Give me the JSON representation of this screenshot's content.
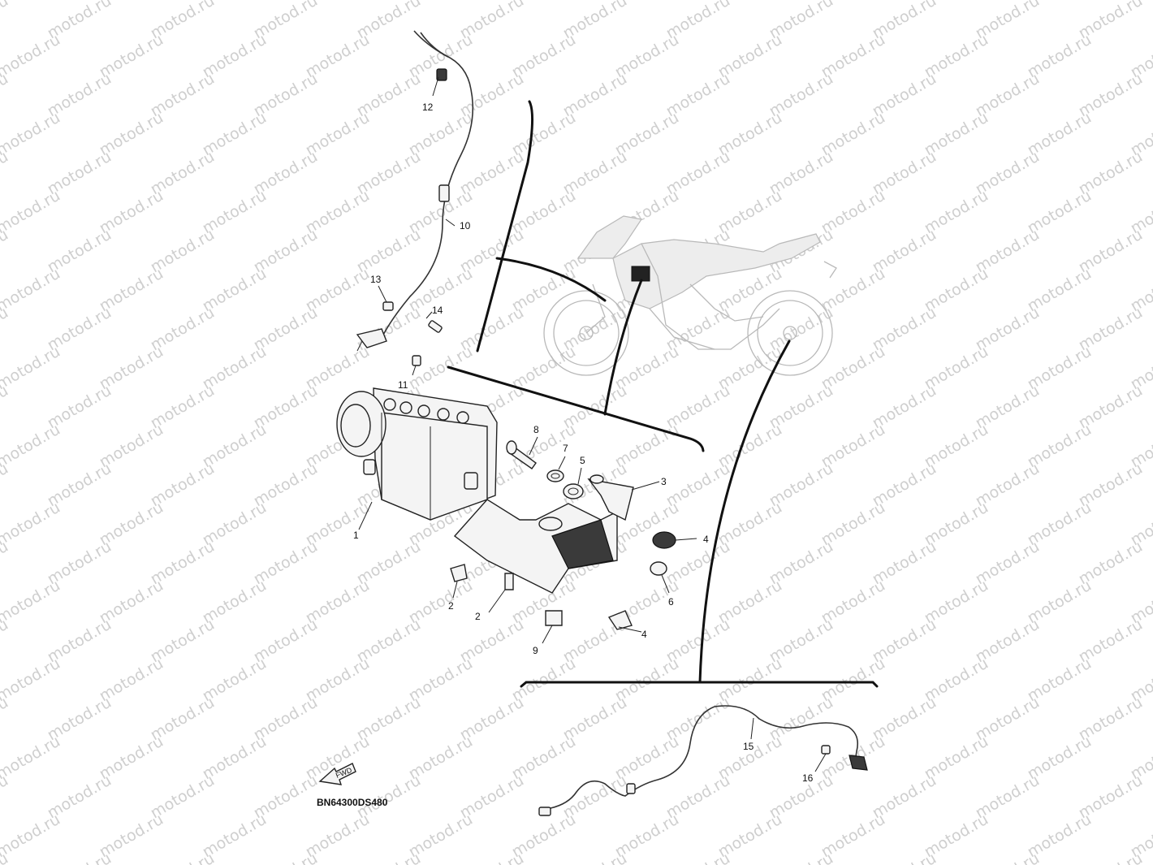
{
  "watermark": {
    "text": "motod.ru"
  },
  "diagram": {
    "code": "BN64300DS480",
    "arrow_label": "FWD",
    "callouts": [
      "1",
      "2",
      "2",
      "3",
      "4",
      "4",
      "5",
      "6",
      "7",
      "8",
      "9",
      "10",
      "11",
      "12",
      "13",
      "14",
      "15",
      "16"
    ]
  },
  "colors": {
    "line": "#111111",
    "background": "#ffffff",
    "watermark": "#cfcfcf"
  }
}
